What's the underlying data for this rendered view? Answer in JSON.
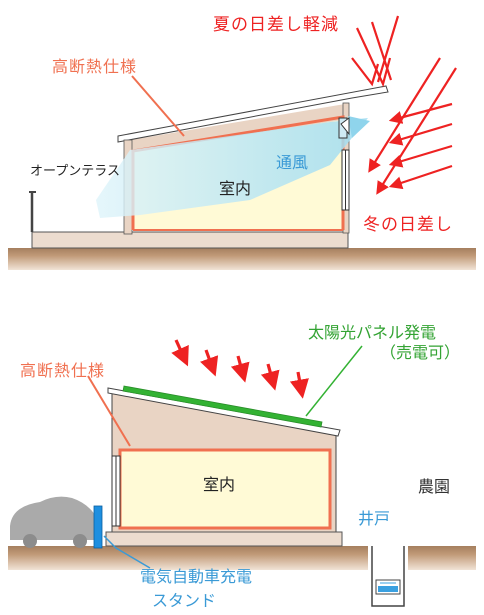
{
  "top": {
    "summer_sun": "夏の日差し軽減",
    "insulation": "高断熱仕様",
    "terrace": "オープンテラス",
    "ventilation": "通風",
    "room": "室内",
    "winter_sun": "冬の日差し"
  },
  "bottom": {
    "solar": "太陽光パネル発電",
    "solar_note": "（売電可）",
    "insulation": "高断熱仕様",
    "room": "室内",
    "farm": "農園",
    "well": "井戸",
    "ev_line1": "電気自動車充電",
    "ev_line2": "スタンド"
  },
  "colors": {
    "ground": "#b8906e",
    "wall": "#e8d3c3",
    "interior": "#fff9d4",
    "insulation": "#f07050",
    "sun_arrow": "#ee2222",
    "solar_panel": "#33b233",
    "ventilation": "#bfe8f4"
  }
}
